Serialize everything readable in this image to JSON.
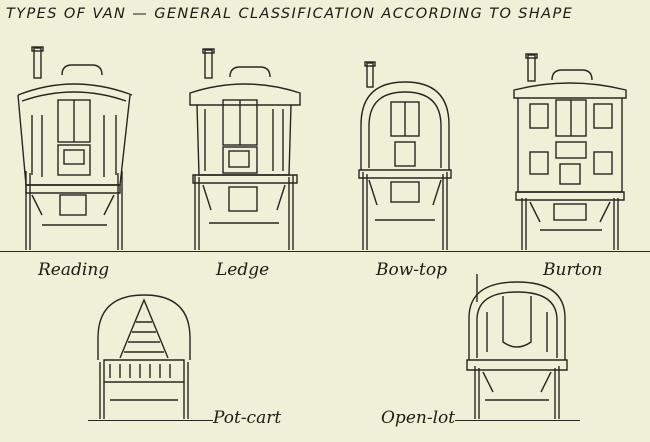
{
  "title": "TYPES OF VAN — GENERAL CLASSIFICATION ACCORDING TO SHAPE",
  "vans": [
    {
      "label": "Reading",
      "icon": "reading-van-drawing"
    },
    {
      "label": "Ledge",
      "icon": "ledge-van-drawing"
    },
    {
      "label": "Bow-top",
      "icon": "bow-top-van-drawing"
    },
    {
      "label": "Burton",
      "icon": "burton-van-drawing"
    },
    {
      "label": "Pot-cart",
      "icon": "pot-cart-drawing"
    },
    {
      "label": "Open-lot",
      "icon": "open-lot-van-drawing"
    }
  ]
}
